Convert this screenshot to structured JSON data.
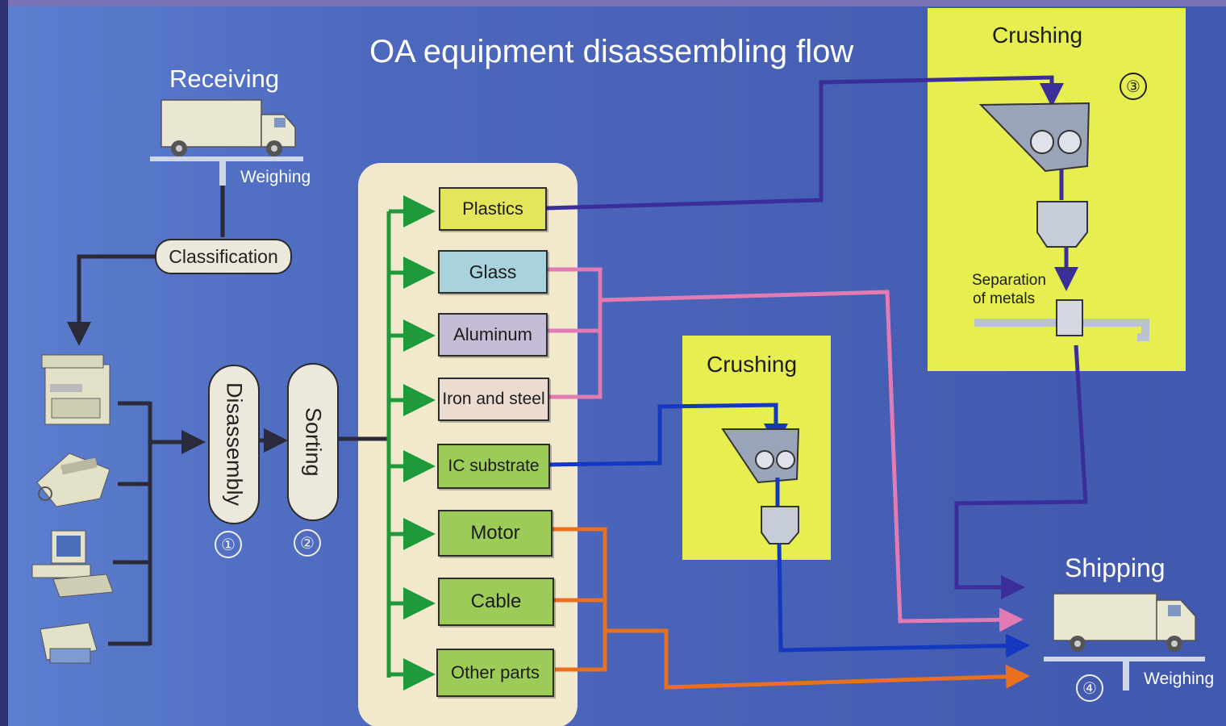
{
  "title": "OA equipment disassembling flow",
  "receiving": {
    "label": "Receiving",
    "weighing": "Weighing"
  },
  "classification": "Classification",
  "steps": [
    {
      "label": "Disassembly",
      "number": "①"
    },
    {
      "label": "Sorting",
      "number": "②"
    }
  ],
  "materials": [
    {
      "label": "Plastics",
      "color": "#e3e55a"
    },
    {
      "label": "Glass",
      "color": "#a9d3dc"
    },
    {
      "label": "Aluminum",
      "color": "#c6bcd6"
    },
    {
      "label": "Iron and steel",
      "color": "#ecdcd0"
    },
    {
      "label": "IC substrate",
      "color": "#9ccb58"
    },
    {
      "label": "Motor",
      "color": "#9ccb58"
    },
    {
      "label": "Cable",
      "color": "#9ccb58"
    },
    {
      "label": "Other parts",
      "color": "#9ccb58"
    }
  ],
  "crushing_small": {
    "label": "Crushing"
  },
  "crushing_large": {
    "label": "Crushing",
    "number": "③",
    "separation_line1": "Separation",
    "separation_line2": "of metals"
  },
  "shipping": {
    "label": "Shipping",
    "number": "④",
    "weighing": "Weighing"
  },
  "equipment_icons": [
    "copier-icon",
    "fax-machine-icon",
    "computer-icon",
    "printer-icon"
  ],
  "colors": {
    "background": "#4a63b6",
    "panel": "#f2e8cc",
    "crushing_box": "#e6ee50",
    "line_plastics": "#3b2e9a",
    "line_pink": "#e27ab4",
    "line_ic": "#1438c0",
    "line_orange": "#e8701f",
    "arrow_green": "#1f9a3a"
  }
}
